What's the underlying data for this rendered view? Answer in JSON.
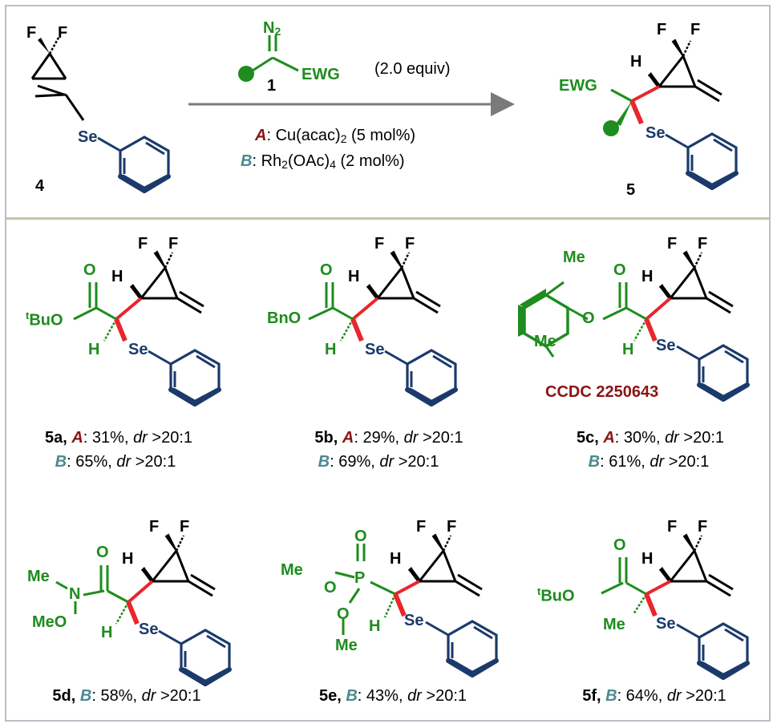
{
  "colors": {
    "green": "#1e8c1e",
    "navy": "#1b3a6b",
    "red_bond": "#e8262c",
    "condition_a": "#8b1414",
    "condition_b": "#4a8a91",
    "ccdc": "#8b1414",
    "arrow": "#7a7a7a"
  },
  "reaction": {
    "substrate_label": "4",
    "product_label": "5",
    "reagent_label": "1",
    "reagent_n2": "N2",
    "reagent_ewg": "EWG",
    "equiv": "(2.0 equiv)",
    "condition_a_letter": "A",
    "condition_a_text": ": Cu(acac)",
    "condition_a_sub": "2",
    "condition_a_tail": " (5 mol%)",
    "condition_b_letter": "B",
    "condition_b_text": ": Rh",
    "condition_b_sub1": "2",
    "condition_b_mid": "(OAc)",
    "condition_b_sub2": "4",
    "condition_b_tail": " (2 mol%)"
  },
  "atoms": {
    "F": "F",
    "H": "H",
    "Se": "Se",
    "O": "O",
    "N": "N",
    "P": "P",
    "EWG": "EWG",
    "Me": "Me",
    "MeO": "MeO",
    "tBuO": "BuO",
    "t": "t",
    "BnO": "BnO"
  },
  "ccdc": "CCDC 2250643",
  "products": [
    {
      "id": "5a",
      "line1_cond": "A",
      "line1_text": ": 31%, ",
      "line2_cond": "B",
      "line2_text": ": 65%, ",
      "dr": "dr",
      "dr_val": " >20:1"
    },
    {
      "id": "5b",
      "line1_cond": "A",
      "line1_text": ": 29%, ",
      "line2_cond": "B",
      "line2_text": ": 69%, ",
      "dr": "dr",
      "dr_val": " >20:1"
    },
    {
      "id": "5c",
      "line1_cond": "A",
      "line1_text": ": 30%, ",
      "line2_cond": "B",
      "line2_text": ": 61%, ",
      "dr": "dr",
      "dr_val": " >20:1"
    },
    {
      "id": "5d",
      "line1_cond": "B",
      "line1_text": ": 58%, ",
      "dr": "dr",
      "dr_val": " >20:1"
    },
    {
      "id": "5e",
      "line1_cond": "B",
      "line1_text": ": 43%, ",
      "dr": "dr",
      "dr_val": " >20:1"
    },
    {
      "id": "5f",
      "line1_cond": "B",
      "line1_text": ": 64%, ",
      "dr": "dr",
      "dr_val": " >20:1"
    }
  ]
}
